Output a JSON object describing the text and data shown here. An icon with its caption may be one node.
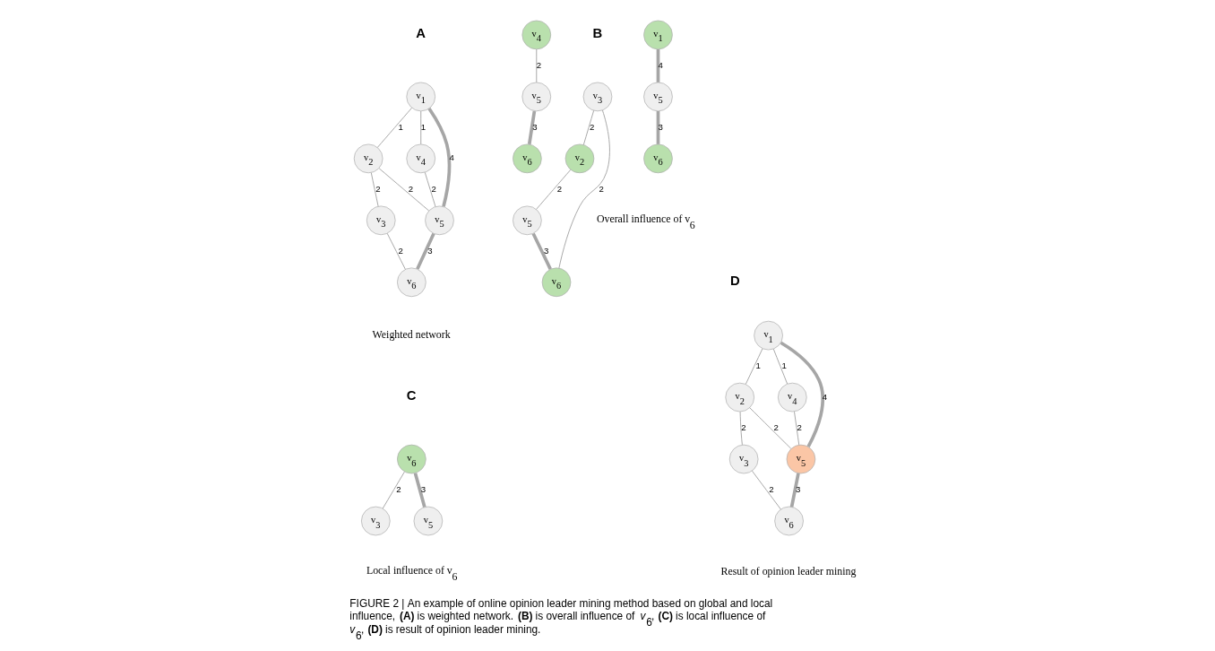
{
  "diagram": {
    "caption": "FIGURE 2 | An example of online opinion leader mining method based on global and local influence, **(A)** is weighted network. **(B)** is overall influence of *v*$_{6}$, **(C)** is local influence of *v*$_{6}$, **(D)** is result of opinion leader mining.",
    "nodes": [
      {
        "text": [
          "v$_{1}$"
        ]
      },
      {
        "text": [
          "v$_{2}$"
        ]
      },
      {
        "text": [
          "v$_{3}$"
        ]
      },
      {
        "text": [
          "v$_{4}$"
        ]
      },
      {
        "text": [
          "v$_{5}$"
        ]
      },
      {
        "text": [
          "v$_{6}$"
        ]
      },
      {
        "text": [
          "v$_{3}$"
        ]
      },
      {
        "text": [
          "v$_{2}$"
        ]
      },
      {
        "text": [
          "v$_{5}$"
        ]
      },
      {
        "text": [
          "v$_{6}$"
        ]
      },
      {
        "text": [
          "v$_{4}$"
        ]
      },
      {
        "text": [
          "v$_{5}$"
        ]
      },
      {
        "text": [
          "v$_{6}$"
        ]
      },
      {
        "text": [
          "v$_{1}$"
        ]
      },
      {
        "text": [
          "v$_{5}$"
        ]
      },
      {
        "text": [
          "v$_{6}$"
        ]
      },
      {
        "text": [
          "v$_{6}$"
        ]
      },
      {
        "text": [
          "v$_{3}$"
        ]
      },
      {
        "text": [
          "v$_{5}$"
        ]
      },
      {
        "text": [
          "v$_{1}$"
        ]
      },
      {
        "text": [
          "v$_{2}$"
        ]
      },
      {
        "text": [
          "v$_{3}$"
        ]
      },
      {
        "text": [
          "v$_{4}$"
        ]
      },
      {
        "text": [
          "v$_{5}$"
        ]
      },
      {
        "text": [
          "v$_{6}$"
        ]
      }
    ],
    "edges": [
      {
        "from": 0,
        "to": 1,
        "arrow": "none",
        "label": "1"
      },
      {
        "from": 1,
        "to": 2,
        "arrow": "none",
        "label": "2"
      },
      {
        "from": 0,
        "to": 4,
        "arrow": "none",
        "label": "4",
        "style": "thick"
      },
      {
        "from": 1,
        "to": 4,
        "arrow": "none",
        "label": "2"
      },
      {
        "from": 2,
        "to": 5,
        "arrow": "none",
        "label": "2"
      },
      {
        "from": 0,
        "to": 3,
        "arrow": "none",
        "label": "1"
      },
      {
        "from": 3,
        "to": 4,
        "arrow": "none",
        "label": "2"
      },
      {
        "from": 4,
        "to": 5,
        "arrow": "none",
        "label": "3",
        "style": "thick"
      },
      {
        "from": 6,
        "to": 7,
        "arrow": "none",
        "label": "2"
      },
      {
        "from": 6,
        "to": 9,
        "arrow": "none",
        "label": "2"
      },
      {
        "from": 7,
        "to": 8,
        "arrow": "none",
        "label": "2"
      },
      {
        "from": 8,
        "to": 9,
        "arrow": "none",
        "label": "3",
        "style": "thick"
      },
      {
        "from": 10,
        "to": 11,
        "arrow": "none",
        "label": "2"
      },
      {
        "from": 11,
        "to": 12,
        "arrow": "none",
        "label": "3",
        "style": "thick"
      },
      {
        "from": 13,
        "to": 14,
        "arrow": "none",
        "label": "4",
        "style": "thick"
      },
      {
        "from": 14,
        "to": 15,
        "arrow": "none",
        "label": "3",
        "style": "thick"
      },
      {
        "from": 16,
        "to": 17,
        "arrow": "none",
        "label": "2"
      },
      {
        "from": 16,
        "to": 18,
        "arrow": "none",
        "label": "3",
        "style": "thick"
      },
      {
        "from": 19,
        "to": 20,
        "arrow": "none",
        "label": "1"
      },
      {
        "from": 20,
        "to": 21,
        "arrow": "none",
        "label": "2"
      },
      {
        "from": 19,
        "to": 23,
        "arrow": "none",
        "label": "4",
        "style": "thick"
      },
      {
        "from": 20,
        "to": 23,
        "arrow": "none",
        "label": "2"
      },
      {
        "from": 21,
        "to": 24,
        "arrow": "none",
        "label": "2"
      },
      {
        "from": 19,
        "to": 22,
        "arrow": "none",
        "label": "1"
      },
      {
        "from": 22,
        "to": 23,
        "arrow": "none",
        "label": "2"
      },
      {
        "from": 23,
        "to": 24,
        "arrow": "none",
        "label": "3",
        "style": "thick"
      }
    ],
    "labels": [
      "A",
      "B",
      "Weighted network",
      "Overall influence of v$_{6}$",
      "C",
      "D",
      "Local influence of v$_{6}$",
      "Result of opinion leader mining"
    ]
  }
}
